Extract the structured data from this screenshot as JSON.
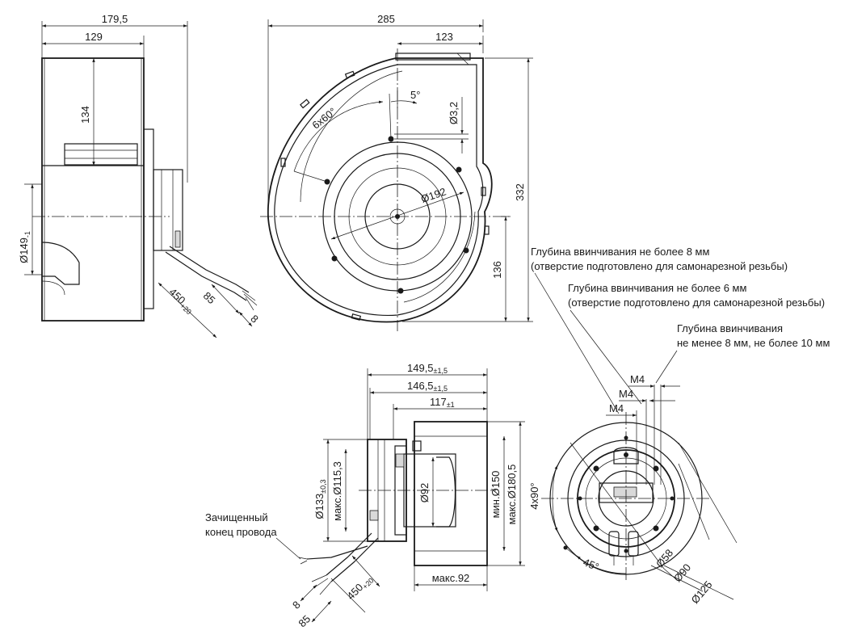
{
  "colors": {
    "line": "#1a1a1a",
    "background": "#ffffff",
    "shade": "#d9d9d9"
  },
  "side_view": {
    "dim_overall_width": "179,5",
    "dim_housing_width": "129",
    "dim_outlet_height": "134",
    "dim_inlet_dia": "Ø149",
    "dim_inlet_dia_tol": "-1",
    "dim_cable_length": "450",
    "dim_cable_length_tol": "+20",
    "dim_cable_strip": "85",
    "dim_wire_strip": "8"
  },
  "front_view": {
    "dim_overall_width": "285",
    "dim_outlet_width": "123",
    "dim_angle_small": "5°",
    "dim_bolt_pattern": "6x60°",
    "dim_hole_dia": "Ø3,2",
    "dim_circle_dia": "Ø192",
    "dim_overall_height": "332",
    "dim_center_height": "136"
  },
  "notes": {
    "note1_line1": "Глубина ввинчивания не более 8 мм",
    "note1_line2": "(отверстие  подготовлено для самонарезной резьбы)",
    "note2_line1": "Глубина ввинчивания не более 6 мм",
    "note2_line2": "(отверстие подготовлено для самонарезной резьбы)",
    "note3_line1": "Глубина ввинчивания",
    "note3_line2": "не менее 8 мм, не более 10 мм",
    "stripped_line1": "Зачищенный",
    "stripped_line2": "конец провода"
  },
  "motor_side_view": {
    "dim_total_length": "149,5",
    "dim_total_length_tol": "±1,5",
    "dim_length_2": "146,5",
    "dim_length_2_tol": "±1,5",
    "dim_length_3": "117",
    "dim_length_3_tol": "±1",
    "dim_flange_dia": "Ø133",
    "dim_flange_dia_tol": "±0,3",
    "dim_max_dia_1153": "макс.Ø115,3",
    "dim_dia_92": "Ø92",
    "dim_min_dia_150": "мин.Ø150",
    "dim_max_dia_1805": "макс.Ø180,5",
    "dim_max_92": "макс.92",
    "dim_cable_length": "450",
    "dim_cable_length_tol": "+20",
    "dim_wire_strip": "8",
    "dim_cable_strip": "85"
  },
  "motor_end_view": {
    "thread_a": "M4",
    "thread_b": "M4",
    "thread_c": "M4",
    "dim_angle_pattern": "4x90°",
    "dim_angle_45": "45°",
    "dim_dia_58": "Ø58",
    "dim_dia_90": "Ø90",
    "dim_dia_125": "Ø125"
  }
}
